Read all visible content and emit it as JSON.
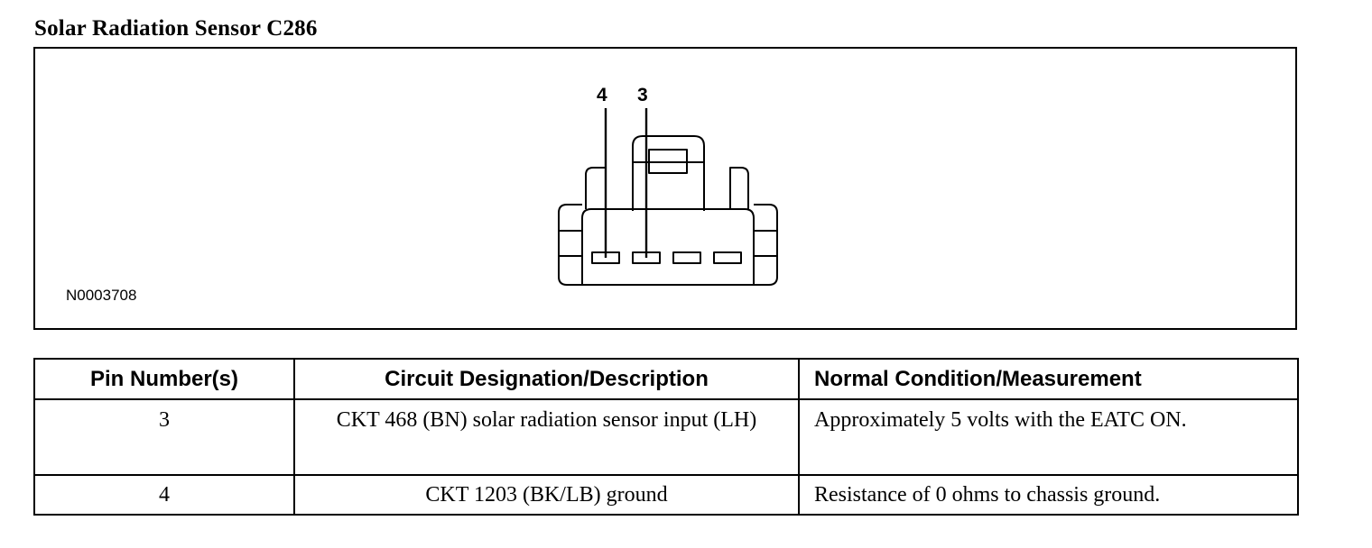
{
  "title": "Solar Radiation Sensor C286",
  "figure": {
    "id": "N0003708",
    "pin_labels": [
      "4",
      "3"
    ]
  },
  "table": {
    "headers": [
      "Pin Number(s)",
      "Circuit Designation/Description",
      "Normal Condition/Measurement"
    ],
    "rows": [
      {
        "pin": "3",
        "circuit": "CKT 468 (BN) solar radiation sensor input (LH)",
        "condition": "Approximately 5 volts with the EATC ON."
      },
      {
        "pin": "4",
        "circuit": "CKT 1203 (BK/LB) ground",
        "condition": "Resistance of 0 ohms to chassis ground."
      }
    ]
  }
}
